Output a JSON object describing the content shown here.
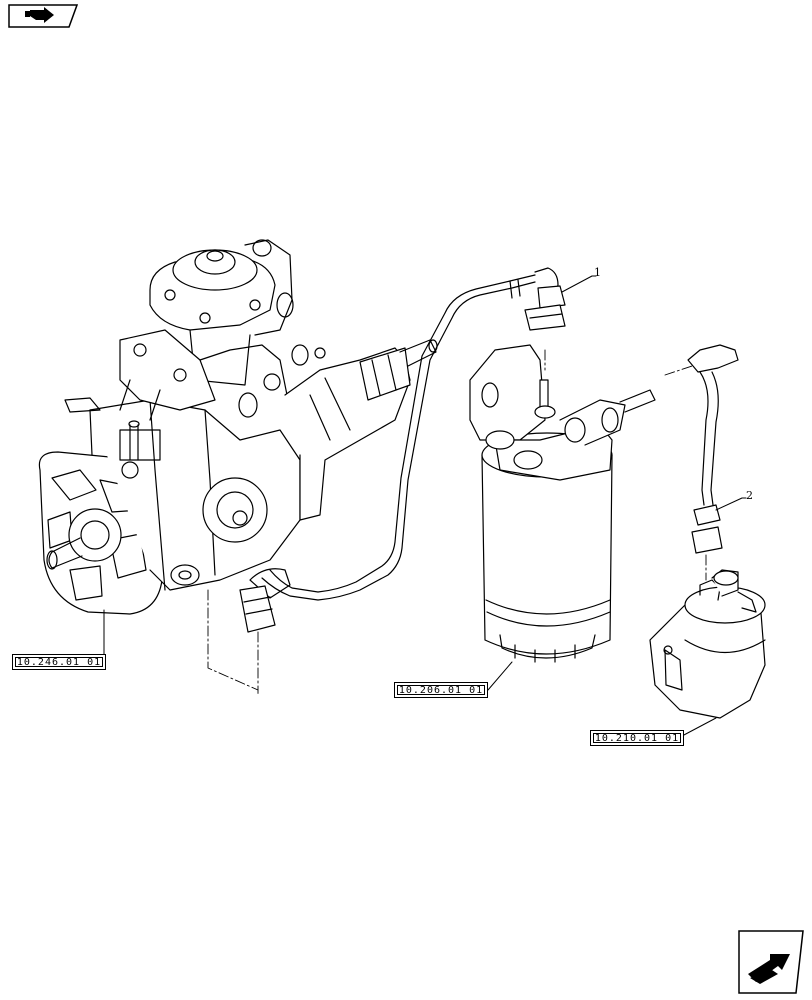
{
  "references": {
    "injection_pump": "10.246.01 01",
    "fuel_filter": "10.206.01 01",
    "fuel_lift_pump": "10.210.01 01"
  },
  "callouts": {
    "item_1": "1",
    "item_2": "2"
  },
  "icons": {
    "top_nav": "previous-page-icon",
    "bottom_nav": "next-page-icon"
  }
}
